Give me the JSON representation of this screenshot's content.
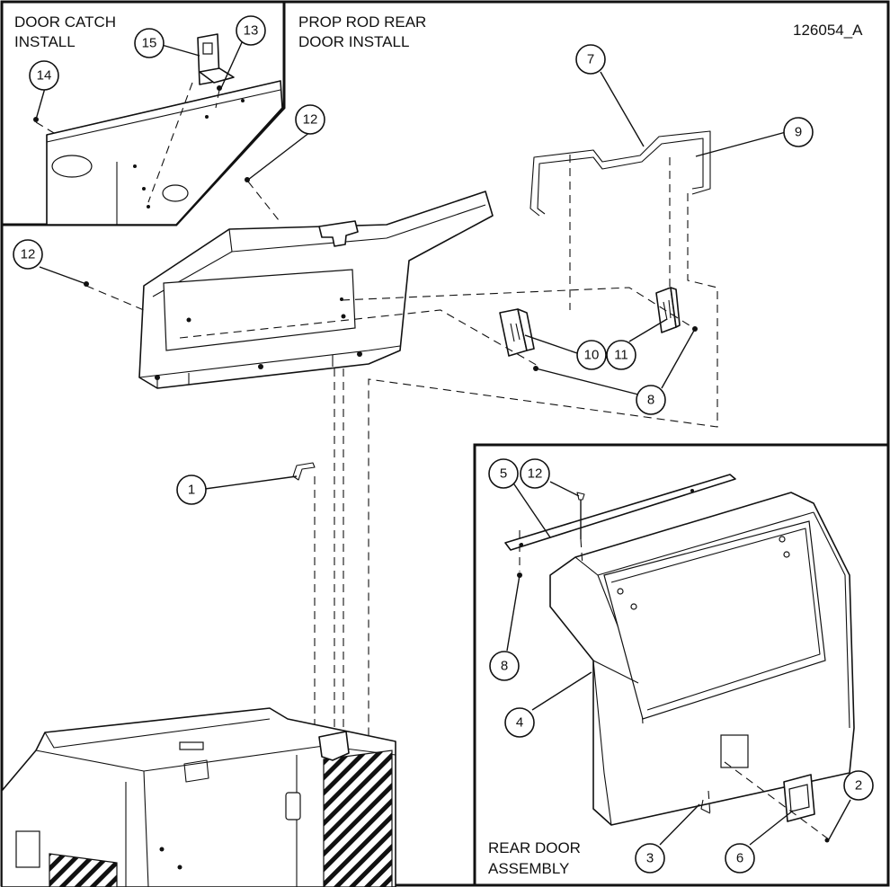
{
  "labels": {
    "door_catch": [
      "DOOR CATCH",
      "INSTALL"
    ],
    "prop_rod": [
      "PROP ROD REAR",
      "DOOR INSTALL"
    ],
    "rear_door": [
      "REAR DOOR",
      "ASSEMBLY"
    ],
    "drawing_number": "126054_A"
  },
  "callouts": [
    {
      "id": "1"
    },
    {
      "id": "2"
    },
    {
      "id": "3"
    },
    {
      "id": "4"
    },
    {
      "id": "5"
    },
    {
      "id": "6"
    },
    {
      "id": "7"
    },
    {
      "id": "8"
    },
    {
      "id": "8"
    },
    {
      "id": "9"
    },
    {
      "id": "10"
    },
    {
      "id": "11"
    },
    {
      "id": "12"
    },
    {
      "id": "12"
    },
    {
      "id": "12"
    },
    {
      "id": "13"
    },
    {
      "id": "14"
    },
    {
      "id": "15"
    }
  ],
  "colors": {
    "line": "#111111",
    "background": "#ffffff"
  }
}
